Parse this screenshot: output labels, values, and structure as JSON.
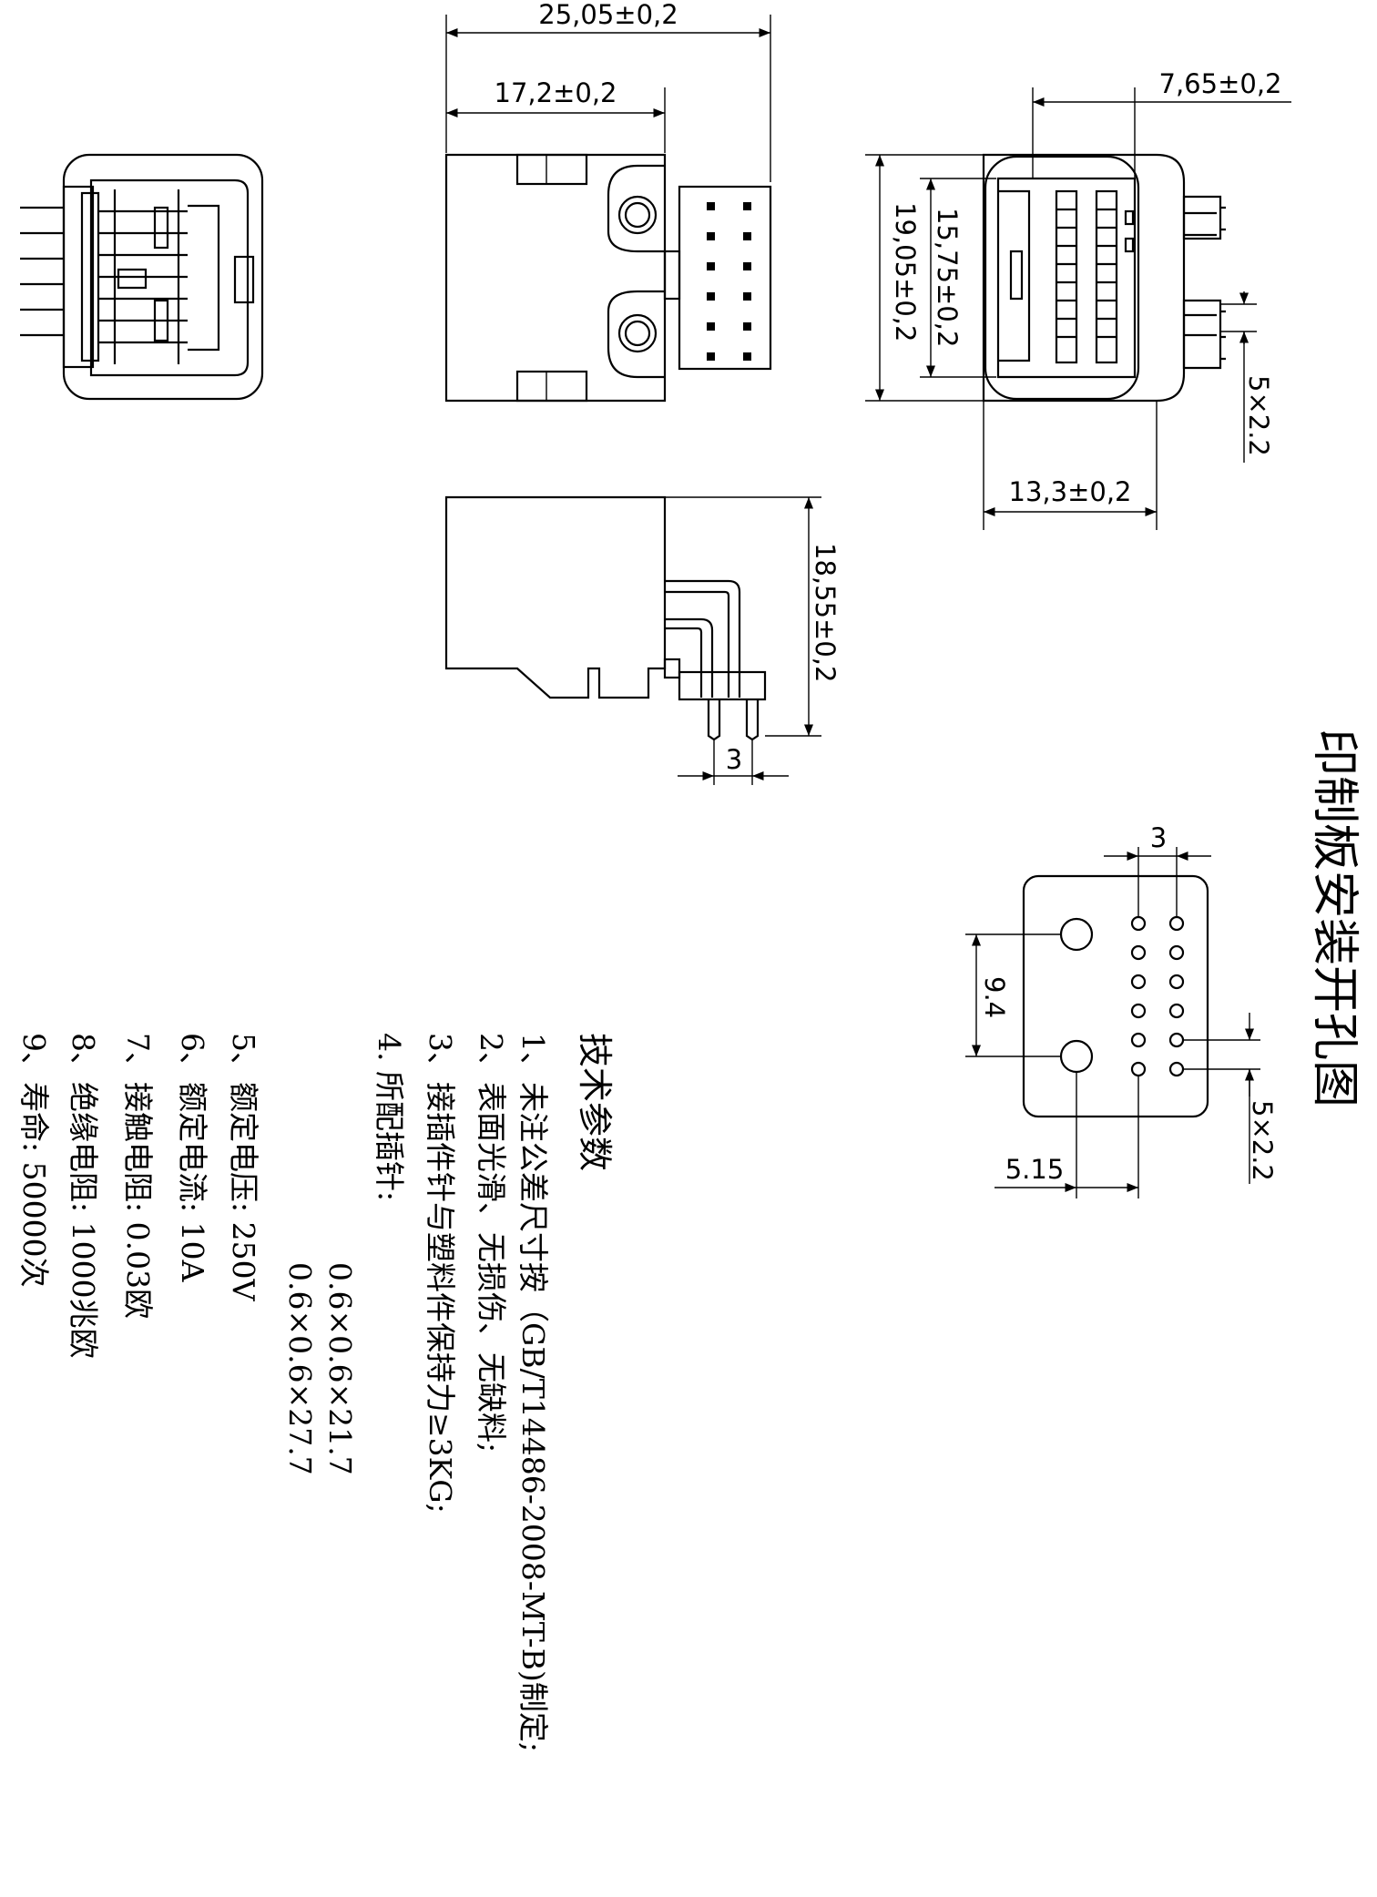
{
  "dimensions": {
    "width_total": "25,05±0,2",
    "width_body": "17,2±0,2",
    "front_pitch": "7,65±0,2",
    "height_outer": "19,05±0,2",
    "height_inner": "15,75±0,2",
    "front_width": "13,3±0,2",
    "pin_grid_front": "5×2.2",
    "side_height": "18,55±0,2",
    "side_pitch": "3"
  },
  "pcb_layout": {
    "title": "印制板安装开孔图",
    "col_pitch": "3",
    "post_spacing": "9.4",
    "post_offset": "5.15",
    "pin_grid": "5×2.2"
  },
  "specs": {
    "heading": "技术参数",
    "items": [
      "1、未注公差尺寸按（GB/T14486-2008-MT-B)制定;",
      "2、表面光滑、无损伤、无缺料;",
      "3、接插件针与塑料件保持力≥3KG;",
      "4. 所配插针:",
      "0.6×0.6×21.7",
      "0.6×0.6×27.7",
      "5、额定电压: 250V",
      "6、额定电流: 10A",
      "7、接触电阻: 0.03欧",
      "8、绝缘电阻: 1000兆欧",
      "9、寿命: 50000次"
    ]
  }
}
